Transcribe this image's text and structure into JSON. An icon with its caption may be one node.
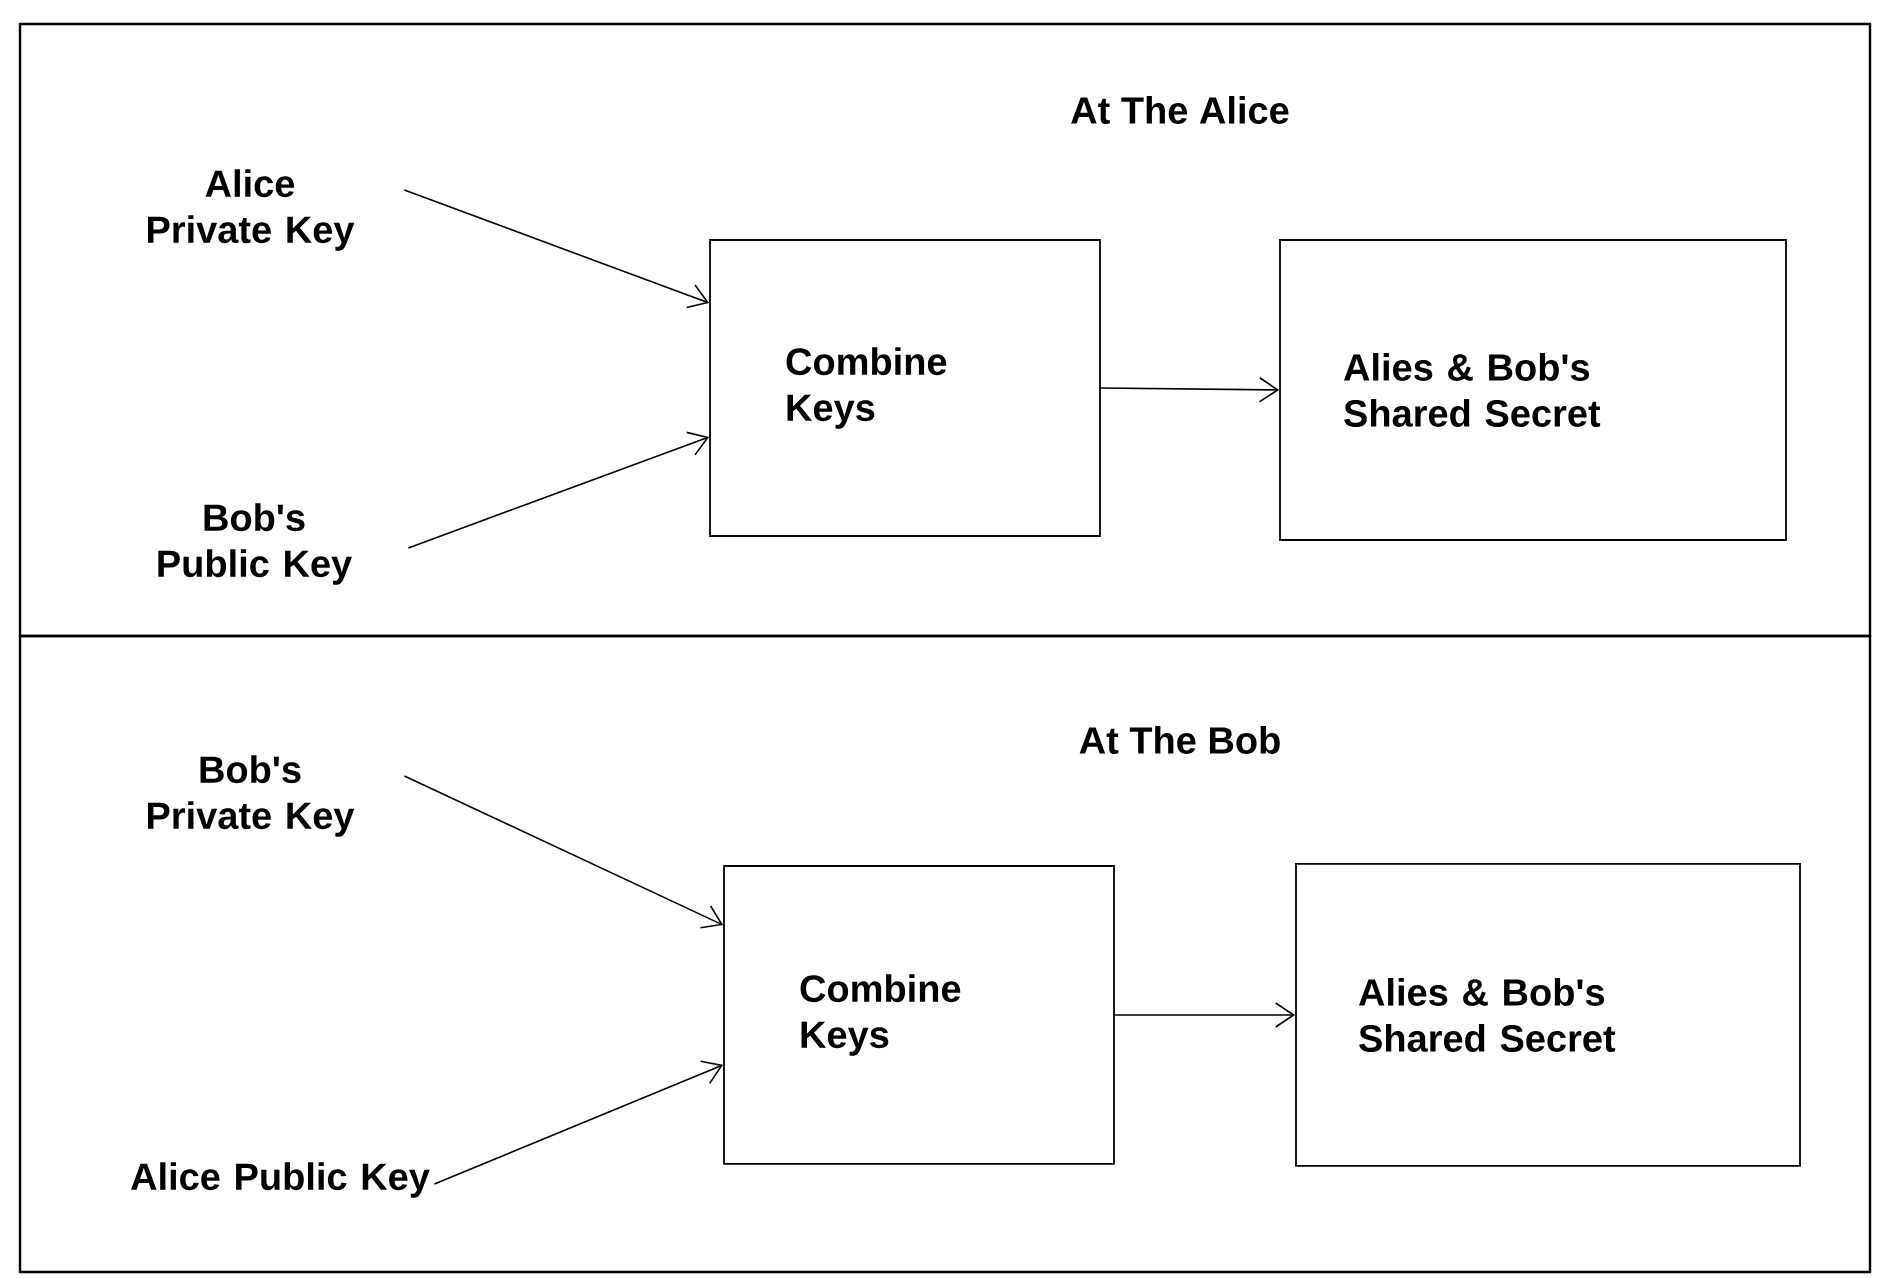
{
  "diagram": {
    "nodes": [
      {
        "text": [
          "At The Alice"
        ]
      },
      {
        "text": [
          "Alice Private Key"
        ],
        "in": 0
      },
      {
        "text": [
          "Bob's Public Key"
        ],
        "in": 0
      },
      {
        "text": [
          "Combine Keys"
        ],
        "in": 0
      },
      {
        "text": [
          "Alies & Bob's Shared Secret"
        ],
        "in": 0
      },
      {
        "text": [
          "At The Bob"
        ]
      },
      {
        "text": [
          "Bob's Private Key"
        ],
        "in": 5
      },
      {
        "text": [
          "Alice Public Key"
        ],
        "in": 5
      },
      {
        "text": [
          "Combine Keys"
        ],
        "in": 5
      },
      {
        "text": [
          "Alies & Bob's Shared Secret"
        ],
        "in": 5
      }
    ],
    "edges": [
      {
        "from": 1,
        "to": 3,
        "arrow": "to"
      },
      {
        "from": 2,
        "to": 3,
        "arrow": "to"
      },
      {
        "from": 3,
        "to": 4,
        "arrow": "to"
      },
      {
        "from": 6,
        "to": 8,
        "arrow": "to"
      },
      {
        "from": 7,
        "to": 8,
        "arrow": "to"
      },
      {
        "from": 8,
        "to": 9,
        "arrow": "to"
      }
    ]
  }
}
